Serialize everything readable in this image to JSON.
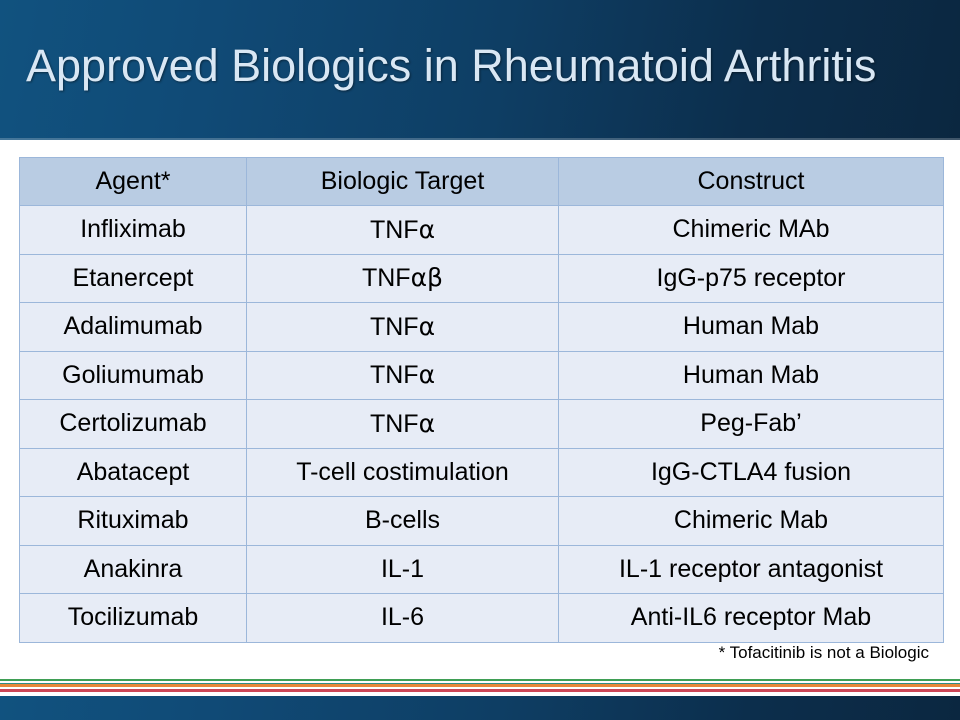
{
  "slide": {
    "title": "Approved Biologics in Rheumatoid Arthritis",
    "footnote": "* Tofacitinib is not a Biologic",
    "colors": {
      "title_band_start": "#11527f",
      "title_band_end": "#0b2740",
      "title_text": "#d9e7f4",
      "table_header_fill": "#b9cce3",
      "table_row_fill": "#e7ecf6",
      "table_border": "#9cb7da",
      "stripe_green": "#3f9f55",
      "stripe_teal": "#2f8f86",
      "stripe_orange": "#e8883a",
      "stripe_red": "#cc4656"
    }
  },
  "table": {
    "columns": [
      "Agent*",
      "Biologic Target",
      "Construct"
    ],
    "rows": [
      {
        "agent": "Infliximab",
        "target": "TNF",
        "target_greek": "α",
        "construct": "Chimeric MAb"
      },
      {
        "agent": "Etanercept",
        "target": "TNF",
        "target_greek": "αβ",
        "construct": "IgG-p75 receptor"
      },
      {
        "agent": "Adalimumab",
        "target": "TNF",
        "target_greek": "α",
        "construct": "Human Mab"
      },
      {
        "agent": "Goliumumab",
        "target": "TNF",
        "target_greek": "α",
        "construct": "Human Mab"
      },
      {
        "agent": "Certolizumab",
        "target": "TNF",
        "target_greek": "α",
        "construct": "Peg-Fab’"
      },
      {
        "agent": "Abatacept",
        "target": "T-cell costimulation",
        "target_greek": "",
        "construct": "IgG-CTLA4 fusion"
      },
      {
        "agent": "Rituximab",
        "target": "B-cells",
        "target_greek": "",
        "construct": "Chimeric Mab"
      },
      {
        "agent": "Anakinra",
        "target": "IL-1",
        "target_greek": "",
        "construct": "IL-1 receptor antagonist"
      },
      {
        "agent": "Tocilizumab",
        "target": "IL-6",
        "target_greek": "",
        "construct": "Anti-IL6 receptor Mab"
      }
    ]
  }
}
